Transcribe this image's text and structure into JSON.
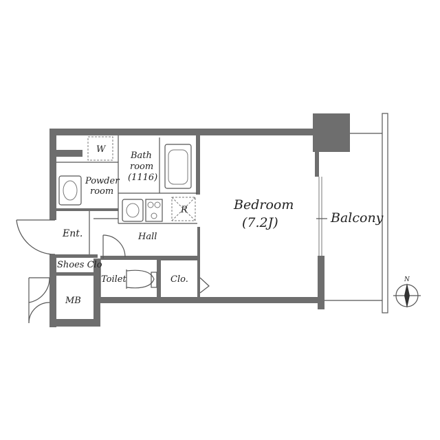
{
  "rooms": {
    "bedroom": {
      "name": "Bedroom",
      "size": "(7.2J)"
    },
    "balcony": "Balcony",
    "bath": {
      "line1": "Bath",
      "line2": "room",
      "line3": "(1116)"
    },
    "powder": {
      "line1": "Powder",
      "line2": "room"
    },
    "washer": "W",
    "refrigerator": "R",
    "entrance": "Ent.",
    "hall": "Hall",
    "shoes_closet": "Shoes Clo",
    "toilet": "Toilet",
    "closet": "Clo.",
    "meter_box": "MB"
  },
  "compass": {
    "north": "N"
  },
  "colors": {
    "wall": "#6e6e6e",
    "line": "#555555",
    "text": "#222222"
  }
}
